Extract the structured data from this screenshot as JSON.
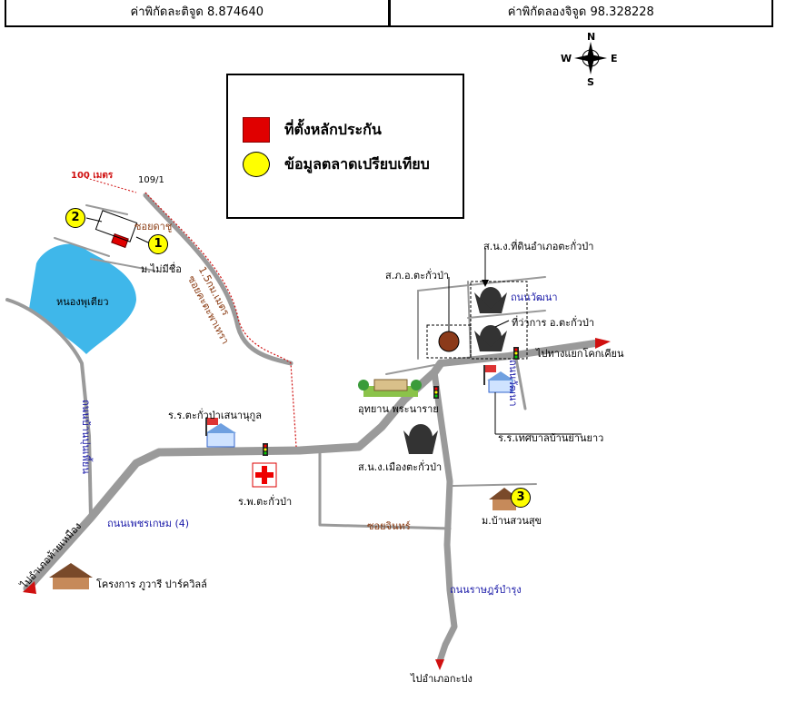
{
  "header": {
    "latitude": "ค่าพิกัดละติจูด 8.874640",
    "longitude": "ค่าพิกัดลองจิจูด 98.328228"
  },
  "compass": {
    "n": "N",
    "s": "S",
    "e": "E",
    "w": "W"
  },
  "legend": {
    "collateral": "ที่ตั้งหลักประกัน",
    "comparables": "ข้อมูลตลาดเปรียบเทียบ"
  },
  "markers": {
    "m1": "1",
    "m2": "2",
    "m3": "3"
  },
  "labels": {
    "dist100": "100 เมตร",
    "house_no": "109/1",
    "soi_dachu": "ซอยดาชู",
    "dist_km": "1.5กม.เมตร",
    "soi_route": "ซอยคะตะพาเทรา",
    "village_noname": "ม.ไม่มีชื่อ",
    "pond": "หนองพุเตียว",
    "road_left": "ถนนบ้านปุนเพี้ยน",
    "school_takua": "ร.ร.ตะกั่วป่าเสนานุกูล",
    "hospital": "ร.พ.ตะกั่วป่า",
    "petchkasem": "ถนนเพชรเกษม (4)",
    "to_thaimueang": "ไปอำเภอท้ายเหมือง",
    "project": "โครงการ ภูวารี ปาร์ควิลล์",
    "police": "ส.ภ.อ.ตะกั่วป่า",
    "land_office": "ส.น.ง.ที่ดินอำเภอตะกั่วป่า",
    "road_wattana": "ถนนวัฒนา",
    "district_office": "ที่ว่าการ อ.ตะกั่วป่า",
    "to_khokkloi": "ไปทางแยกโคกเคียน",
    "road_right": "ถนนวัฒนา",
    "park": "อุทยาน พระนาราย",
    "municipal": "ส.น.ง.เมืองตะกั่วป่า",
    "school_ban": "ร.ร.เทศบาลบ้านย่านยาว",
    "soi_chin": "ซอยจินทร์",
    "village_suan": "ม.บ้านสวนสุข",
    "road_rat": "ถนนราษฎร์บำรุง",
    "to_kapong": "ไปอำเภอกะปง"
  }
}
